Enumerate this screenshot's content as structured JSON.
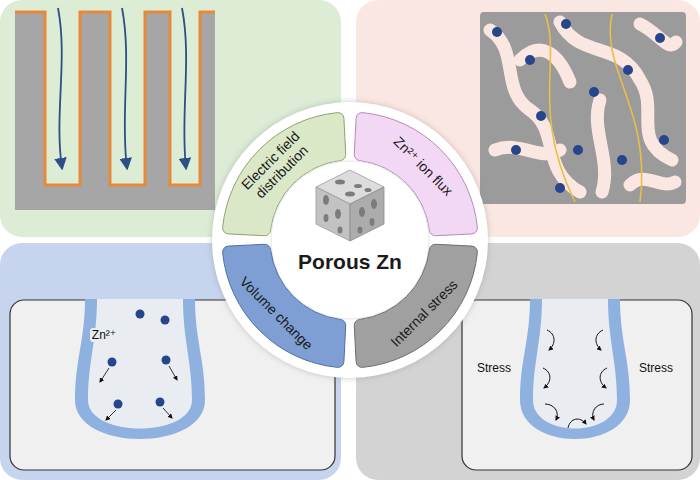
{
  "diagram": {
    "nodes": [
      {
        "text": [
          "Electric field distribution"
        ]
      },
      {
        "text": [
          "Zn²⁺ ion flux"
        ]
      },
      {
        "text": [
          "Porous Zn"
        ]
      },
      {
        "text": [
          "Volume change"
        ]
      },
      {
        "text": [
          "Internal stress"
        ]
      }
    ],
    "labels": [
      "Zn²⁺",
      "Stress",
      "Stress"
    ]
  }
}
